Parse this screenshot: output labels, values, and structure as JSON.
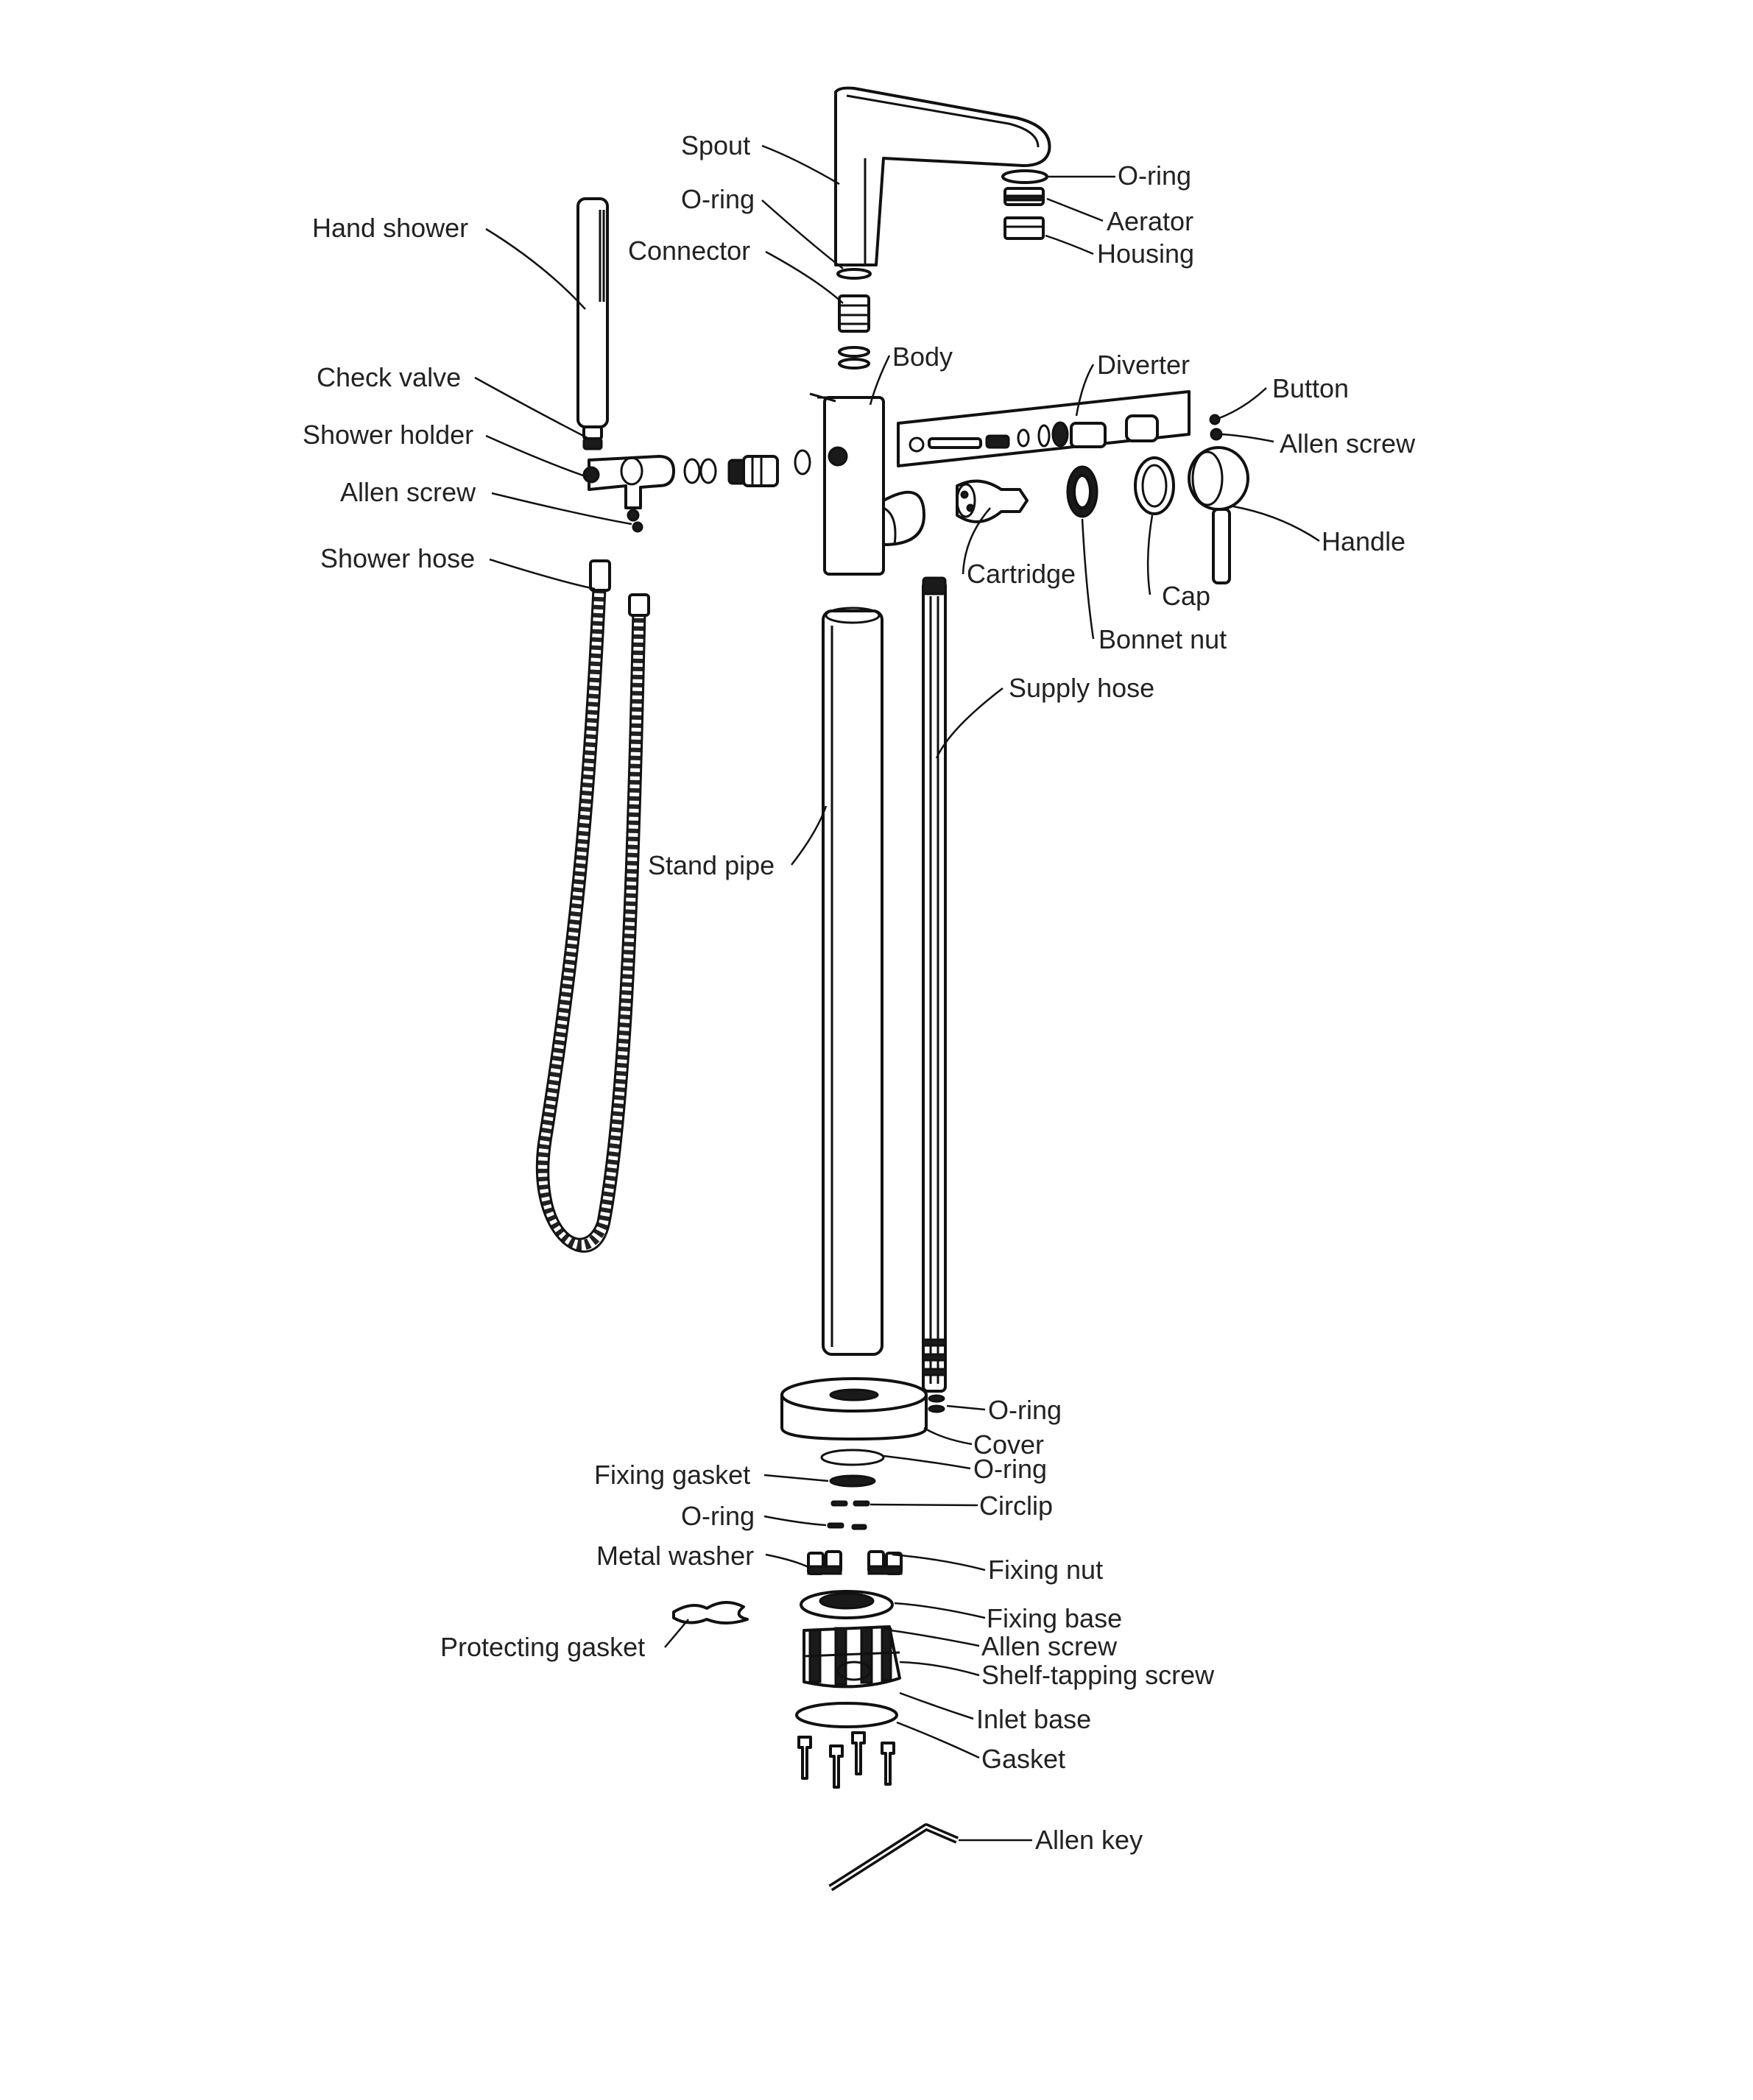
{
  "diagram": {
    "labels": {
      "spout": "Spout",
      "o_ring_spout": "O-ring",
      "connector": "Connector",
      "hand_shower": "Hand shower",
      "check_valve": "Check valve",
      "shower_holder": "Shower holder",
      "allen_screw_holder": "Allen screw",
      "shower_hose": "Shower hose",
      "o_ring_aerator": "O-ring",
      "aerator": "Aerator",
      "housing": "Housing",
      "body": "Body",
      "diverter": "Diverter",
      "button": "Button",
      "allen_screw_handle": "Allen screw",
      "handle": "Handle",
      "cartridge": "Cartridge",
      "cap": "Cap",
      "bonnet_nut": "Bonnet nut",
      "supply_hose": "Supply hose",
      "stand_pipe": "Stand pipe",
      "o_ring_supply": "O-ring",
      "cover": "Cover",
      "o_ring_cover": "O-ring",
      "fixing_gasket": "Fixing gasket",
      "circlip": "Circlip",
      "o_ring_base": "O-ring",
      "metal_washer": "Metal washer",
      "fixing_nut": "Fixing nut",
      "fixing_base": "Fixing base",
      "protecting_gasket": "Protecting gasket",
      "allen_screw_base": "Allen screw",
      "self_tapping_screw": "Shelf-tapping screw",
      "inlet_base": "Inlet base",
      "gasket": "Gasket",
      "allen_key": "Allen key"
    }
  }
}
